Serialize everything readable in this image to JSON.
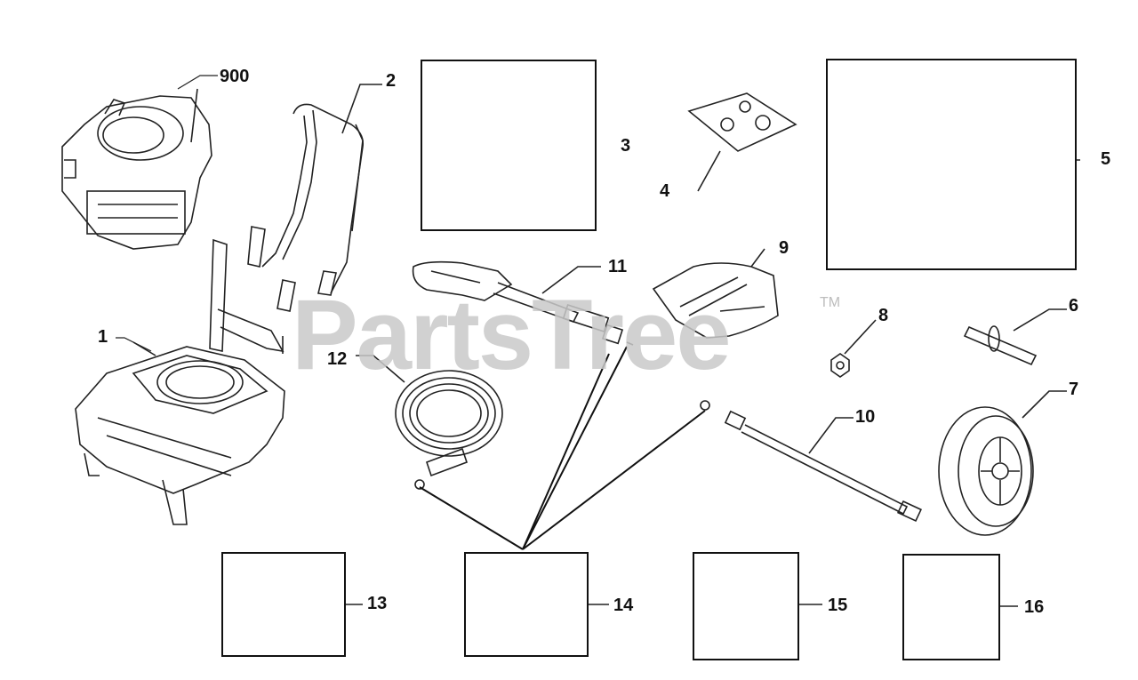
{
  "watermark": {
    "text": "PartsTree",
    "trademark": "TM"
  },
  "callouts": {
    "c900": "900",
    "c1": "1",
    "c2": "2",
    "c3": "3",
    "c4": "4",
    "c5": "5",
    "c6": "6",
    "c7": "7",
    "c8": "8",
    "c9": "9",
    "c10": "10",
    "c11": "11",
    "c12": "12",
    "c13": "13",
    "c14": "14",
    "c15": "15",
    "c16": "16"
  }
}
